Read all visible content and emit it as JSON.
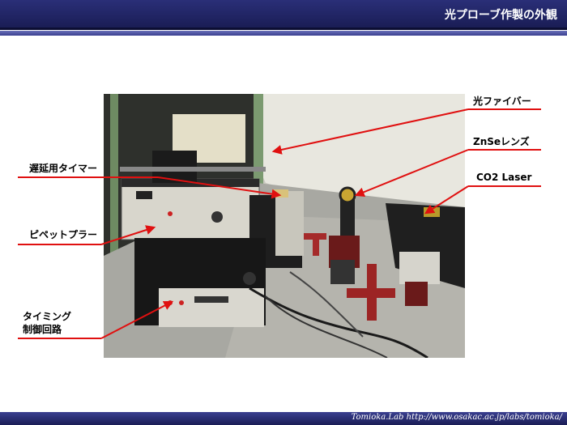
{
  "header": {
    "title": "光プローブ作製の外観"
  },
  "labels": {
    "fiber": "光ファイバー",
    "znse": "ZnSeレンズ",
    "co2": "CO2 Laser",
    "timer": "遅延用タイマー",
    "puller": "ピペットプラー",
    "timing_line1": "タイミング",
    "timing_line2": "制御回路"
  },
  "footer": {
    "credit": "Tomioka.Lab   http://www.osakac.ac.jp/labs/tomioka/"
  },
  "colors": {
    "accent": "#e01010",
    "header": "#1f2366"
  }
}
